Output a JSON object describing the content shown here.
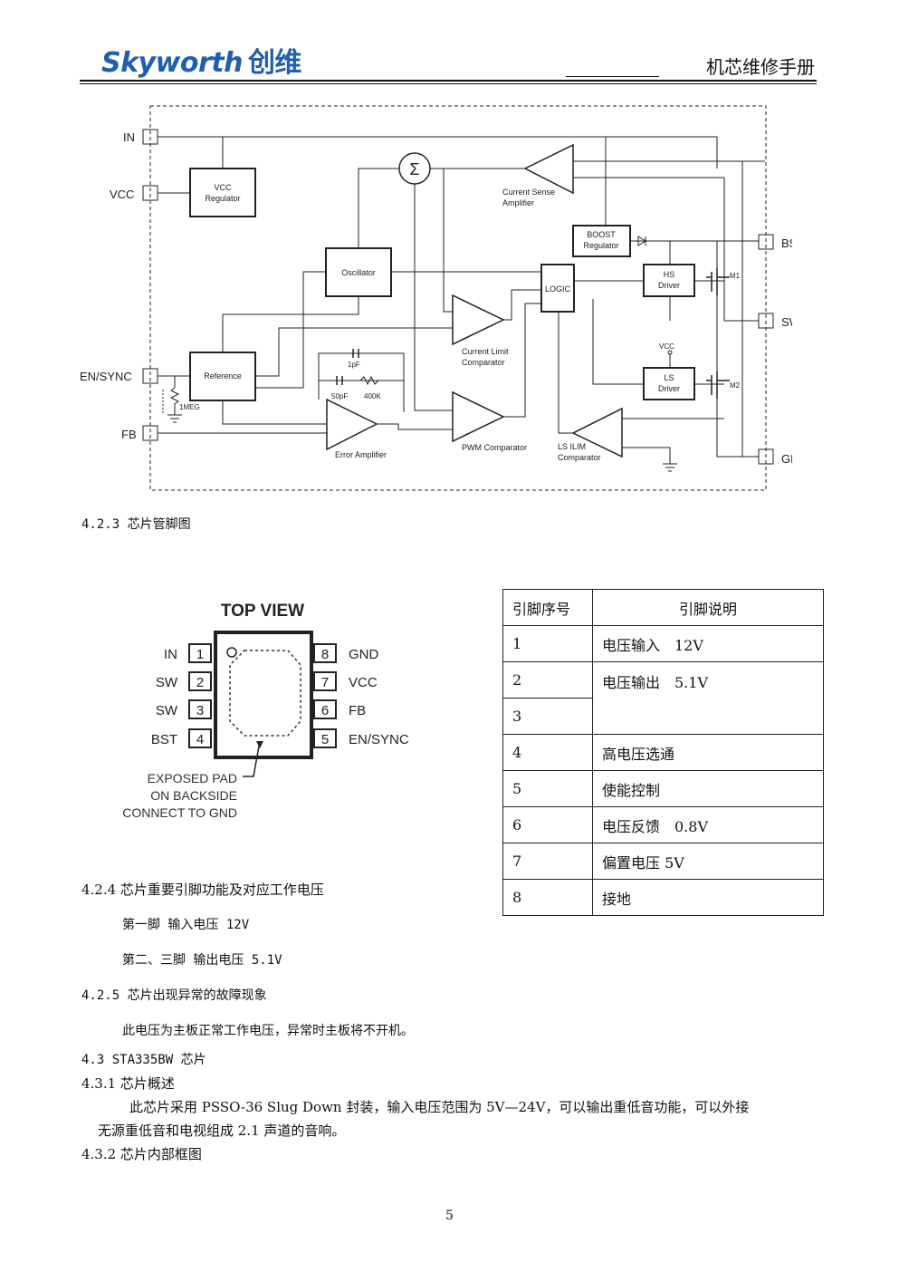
{
  "header": {
    "brand_en": "Skyworth",
    "brand_cn": "创维",
    "doc_title": "机芯维修手册"
  },
  "block_diagram": {
    "pins": [
      "IN",
      "VCC",
      "EN/SYNC",
      "FB",
      "BST",
      "SW",
      "GND"
    ],
    "blocks": {
      "vcc_regulator": [
        "VCC",
        "Regulator"
      ],
      "oscillator": "Oscillator",
      "reference": "Reference",
      "boost_regulator": [
        "BOOST",
        "Regulator"
      ],
      "logic": "LOGIC",
      "hs_driver": [
        "HS",
        "Driver"
      ],
      "ls_driver": [
        "LS",
        "Driver"
      ]
    },
    "labels": {
      "current_sense": [
        "Current Sense",
        "Amplifier"
      ],
      "current_limit": [
        "Current Limit",
        "Comparator"
      ],
      "error_amp": "Error Amplifier",
      "pwm_comp": "PWM Comparator",
      "ls_ilim": [
        "LS ILIM",
        "Comparator"
      ],
      "cap_1pf": "1pF",
      "cap_50pf": "50pF",
      "res_400k": "400K",
      "res_1meg": "1MEG",
      "vcc_node": "VCC",
      "m1": "M1",
      "m2": "M2",
      "sigma": "Σ"
    }
  },
  "section_423": "4.2.3 芯片管脚图",
  "pinout": {
    "title": "TOP VIEW",
    "left_pins": [
      {
        "name": "IN",
        "num": "1"
      },
      {
        "name": "SW",
        "num": "2"
      },
      {
        "name": "SW",
        "num": "3"
      },
      {
        "name": "BST",
        "num": "4"
      }
    ],
    "right_pins": [
      {
        "num": "8",
        "name": "GND"
      },
      {
        "num": "7",
        "name": "VCC"
      },
      {
        "num": "6",
        "name": "FB"
      },
      {
        "num": "5",
        "name": "EN/SYNC"
      }
    ],
    "note": [
      "EXPOSED PAD",
      "ON BACKSIDE",
      "CONNECT TO GND"
    ]
  },
  "pin_table": {
    "headers": [
      "引脚序号",
      "引脚说明"
    ],
    "rows": [
      {
        "num": "1",
        "desc": "电压输入　12V"
      },
      {
        "num": "2",
        "desc": "电压输出　5.1V"
      },
      {
        "num": "3",
        "desc": ""
      },
      {
        "num": "4",
        "desc": "高电压选通"
      },
      {
        "num": "5",
        "desc": "使能控制"
      },
      {
        "num": "6",
        "desc": "电压反馈　0.8V"
      },
      {
        "num": "7",
        "desc": "偏置电压 5V"
      },
      {
        "num": "8",
        "desc": "接地"
      }
    ]
  },
  "section_424": {
    "title": "4.2.4 芯片重要引脚功能及对应工作电压",
    "line1": "第一脚 输入电压 12V",
    "line2": "第二、三脚 输出电压 5.1V"
  },
  "section_425": {
    "title": "4.2.5 芯片出现异常的故障现象",
    "text": "此电压为主板正常工作电压，异常时主板将不开机。"
  },
  "section_43": "4.3 STA335BW 芯片",
  "section_431": {
    "title": "4.3.1 芯片概述",
    "line1": "此芯片采用 PSSO-36 Slug Down 封装，输入电压范围为 5V—24V，可以输出重低音功能，可以外接",
    "line2": "无源重低音和电视组成 2.1 声道的音响。"
  },
  "section_432": "4.3.2 芯片内部框图",
  "page_number": "5"
}
